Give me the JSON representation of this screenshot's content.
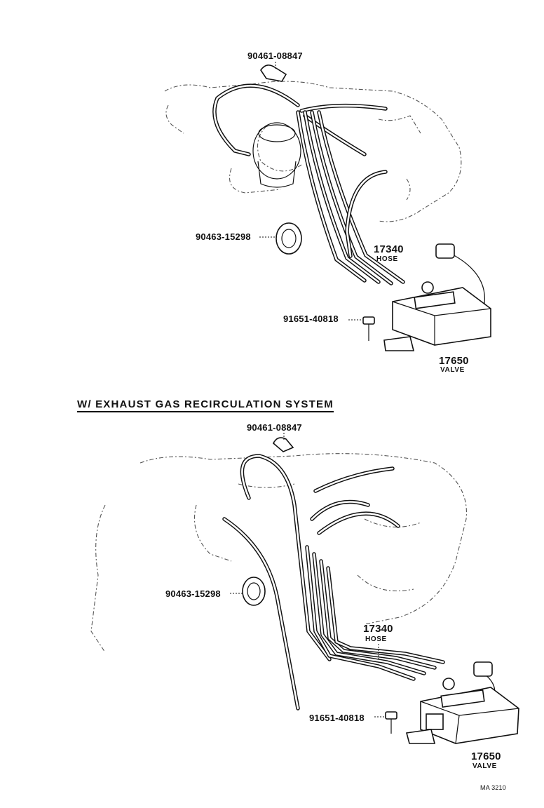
{
  "top_diagram": {
    "clamp_part": "90461-08847",
    "band_part": "90463-15298",
    "hose_part": "17340",
    "hose_name": "HOSE",
    "bolt_part": "91651-40818",
    "valve_part": "17650",
    "valve_name": "VALVE"
  },
  "section_heading": "W/ EXHAUST GAS RECIRCULATION SYSTEM",
  "bottom_diagram": {
    "clamp_part": "90461-08847",
    "band_part": "90463-15298",
    "hose_part": "17340",
    "hose_name": "HOSE",
    "bolt_part": "91651-40818",
    "valve_part": "17650",
    "valve_name": "VALVE"
  },
  "figure_code": "MA 3210"
}
